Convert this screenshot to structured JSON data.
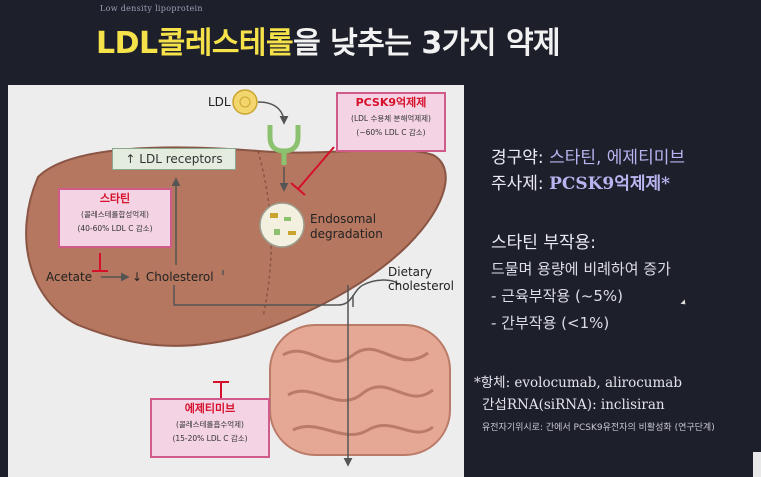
{
  "header": {
    "subtitle": "Low density lipoprotein",
    "title_hl": "LDL콜레스테롤",
    "title_rest": "을 낮추는 3가지 약제"
  },
  "figure": {
    "ldl": "LDL",
    "pcsk9": {
      "title": "PCSK9억제제",
      "line1": "(LDL 수용체 분해억제제)",
      "line2": "(~60% LDL C 감소)"
    },
    "ldl_receptors": "↑ LDL receptors",
    "endosomal": "Endosomal",
    "degradation": "degradation",
    "statin": {
      "title": "스타틴",
      "line1": "(콜레스테롤합성억제)",
      "line2": "(40-60% LDL C 감소)"
    },
    "acetate": "Acetate",
    "cholesterol": "↓ Cholesterol",
    "dietary": "Dietary",
    "dietary2": "cholesterol",
    "ezetimibe": {
      "title": "에제티미브",
      "line1": "(콜레스테롤흡수억제)",
      "line2": "(15-20% LDL C 감소)"
    }
  },
  "right": {
    "oral_label": "경구약: ",
    "oral_value": "스타틴, 에제티미브",
    "inj_label": "주사제: ",
    "inj_value": "PCSK9억제제*",
    "se_title": "스타틴 부작용:",
    "se_line": "드물며 용량에 비례하여 증가",
    "se_item1": "- 근육부작용 (~5%)",
    "se_item2": "- 간부작용 (<1%)",
    "foot1": "*항체: evolocumab, alirocumab",
    "foot2": "간섭RNA(siRNA): inclisiran",
    "ref": "유전자기위시로: 간에서 PCSK9유전자의 비활성화 (연구단계)"
  }
}
